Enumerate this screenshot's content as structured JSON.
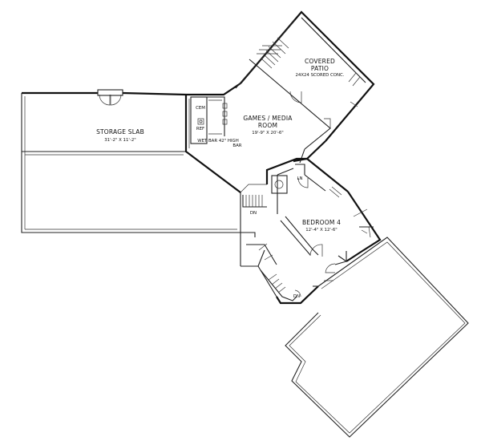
{
  "rooms": {
    "storage": {
      "name": "STORAGE SLAB",
      "dims": "31'-2\" X 11'-2\""
    },
    "games": {
      "name_line1": "GAMES / MEDIA",
      "name_line2": "ROOM",
      "dims": "19'-9\" X 20'-6\""
    },
    "patio": {
      "name_line1": "COVERED",
      "name_line2": "PATIO",
      "note": "24X24 SCORED CONC."
    },
    "bedroom": {
      "name": "BEDROOM 4",
      "dims": "12'-4\" X 12'-6\""
    }
  },
  "labels": {
    "cem": "CEM",
    "ref": "REF",
    "wetbar": "WET BAR 42\" HIGH",
    "bar": "BAR",
    "ln": "LN",
    "dn_left": "DN",
    "dn_right": "DN"
  }
}
